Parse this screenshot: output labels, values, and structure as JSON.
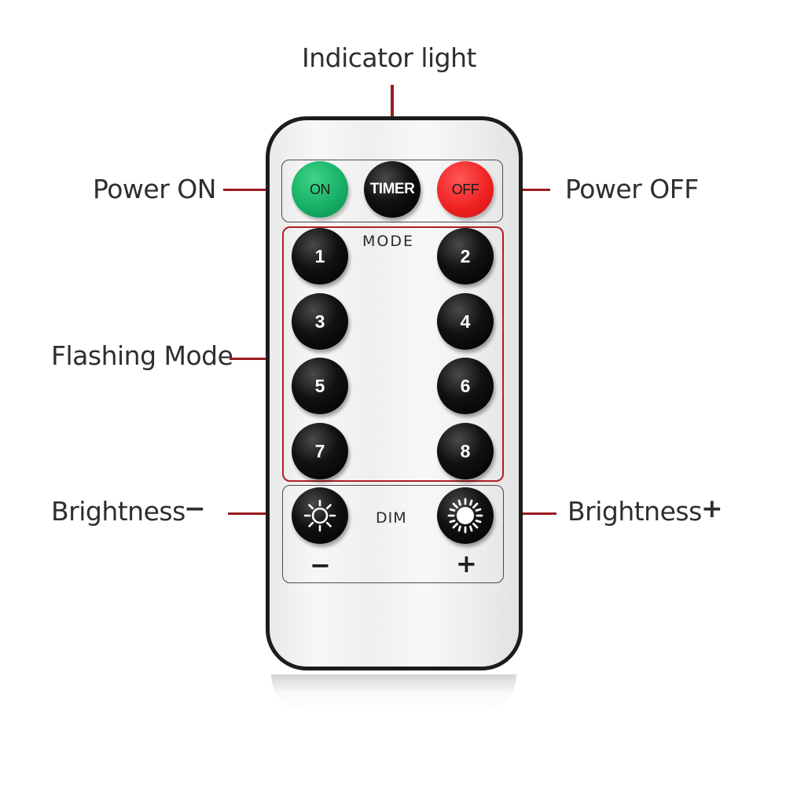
{
  "callouts": {
    "indicator_light": "Indicator light",
    "power_on": "Power ON",
    "power_off": "Power OFF",
    "flashing_mode": "Flashing Mode",
    "brightness_down": "Brightness",
    "brightness_down_sign": "−",
    "brightness_up": "Brightness",
    "brightness_up_sign": "+"
  },
  "remote": {
    "power_row": {
      "on": "ON",
      "timer": "TIMER",
      "off": "OFF"
    },
    "mode_label": "MODE",
    "mode_buttons": [
      "1",
      "2",
      "3",
      "4",
      "5",
      "6",
      "7",
      "8"
    ],
    "dim_label": "DIM",
    "dim_minus": "−",
    "dim_plus": "+"
  },
  "icons": {
    "dim_down": "sun-outline-icon",
    "dim_up": "sun-filled-icon"
  },
  "colors": {
    "leader": "#9b1b1e",
    "on_button": "#14ad63",
    "off_button": "#ee1f1f",
    "button": "#000000"
  }
}
